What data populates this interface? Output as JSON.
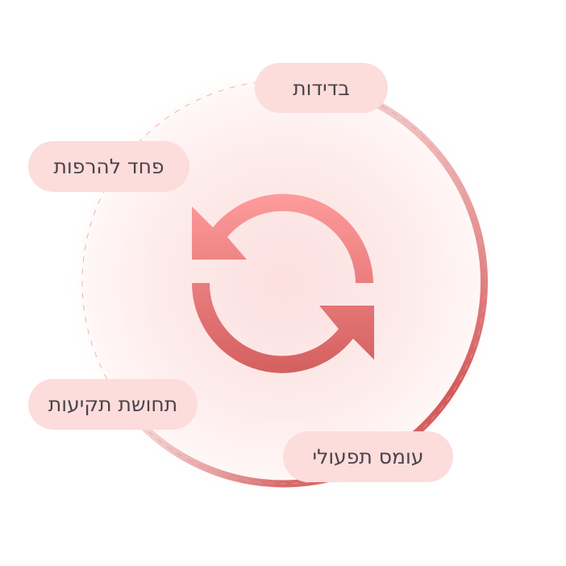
{
  "diagram": {
    "type": "cycle",
    "center_icon": "refresh-cycle-icon",
    "colors": {
      "pill_bg": "#fddcdc",
      "pill_text": "#4a4448",
      "ring_light": "#f2cccc",
      "ring_dark": "#d45a5a",
      "arrow_top": "#ff9c9c",
      "arrow_bottom": "#d45f5f",
      "glow": "#fde3e3"
    },
    "nodes": [
      {
        "label": "בדידות",
        "position": "top"
      },
      {
        "label": "פחד להרפות",
        "position": "upper-left"
      },
      {
        "label": "תחושת תקיעות",
        "position": "lower-left"
      },
      {
        "label": "עומס תפעולי",
        "position": "bottom-right"
      }
    ]
  }
}
